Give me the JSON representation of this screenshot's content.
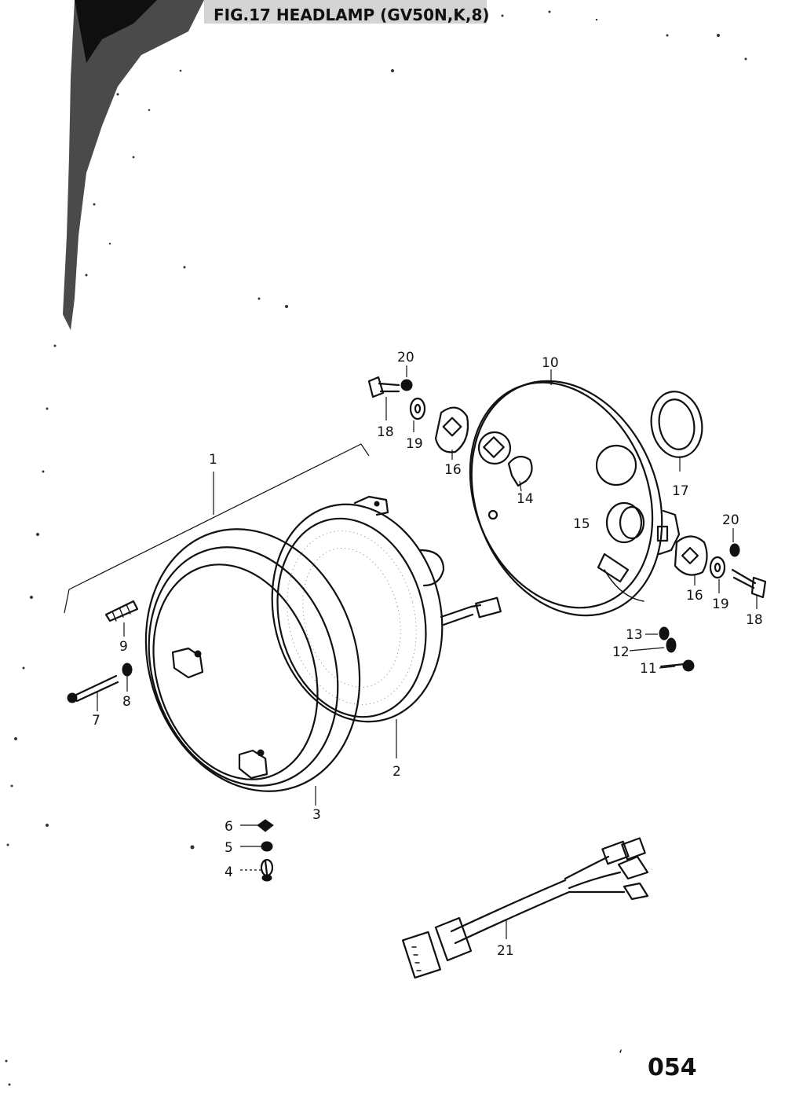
{
  "header": {
    "title": "FIG.17 HEADLAMP (GV50N,K,8)"
  },
  "page_number": "054",
  "callouts": [
    {
      "id": "c1",
      "label": "1"
    },
    {
      "id": "c2",
      "label": "2"
    },
    {
      "id": "c3",
      "label": "3"
    },
    {
      "id": "c4",
      "label": "4"
    },
    {
      "id": "c5",
      "label": "5"
    },
    {
      "id": "c6",
      "label": "6"
    },
    {
      "id": "c7",
      "label": "7"
    },
    {
      "id": "c8",
      "label": "8"
    },
    {
      "id": "c9",
      "label": "9"
    },
    {
      "id": "c10",
      "label": "10"
    },
    {
      "id": "c11",
      "label": "11"
    },
    {
      "id": "c12",
      "label": "12"
    },
    {
      "id": "c13",
      "label": "13"
    },
    {
      "id": "c14",
      "label": "14"
    },
    {
      "id": "c15",
      "label": "15"
    },
    {
      "id": "c16a",
      "label": "16"
    },
    {
      "id": "c16b",
      "label": "16"
    },
    {
      "id": "c17",
      "label": "17"
    },
    {
      "id": "c18a",
      "label": "18"
    },
    {
      "id": "c18b",
      "label": "18"
    },
    {
      "id": "c19a",
      "label": "19"
    },
    {
      "id": "c19b",
      "label": "19"
    },
    {
      "id": "c20a",
      "label": "20"
    },
    {
      "id": "c20b",
      "label": "20"
    },
    {
      "id": "c21",
      "label": "21"
    }
  ]
}
